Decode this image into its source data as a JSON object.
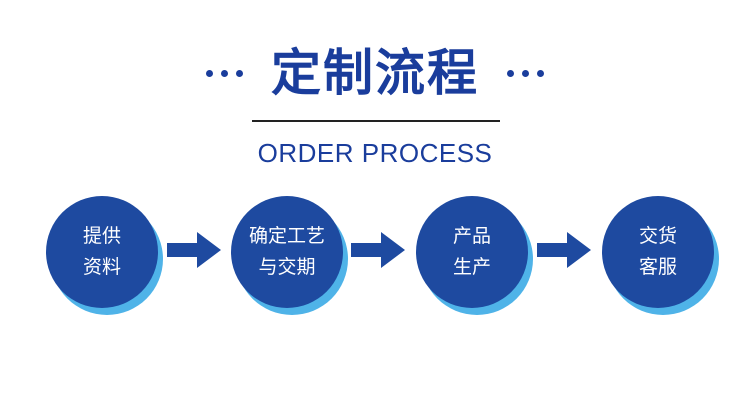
{
  "title": "定制流程",
  "subtitle": "ORDER PROCESS",
  "colors": {
    "primary": "#1e4aa0",
    "title": "#1a3d9c",
    "shadow": "#4fb3e8",
    "divider": "#222222"
  },
  "steps": [
    {
      "line1": "提供",
      "line2": "资料"
    },
    {
      "line1": "确定工艺",
      "line2": "与交期"
    },
    {
      "line1": "产品",
      "line2": "生产"
    },
    {
      "line1": "交货",
      "line2": "客服"
    }
  ]
}
